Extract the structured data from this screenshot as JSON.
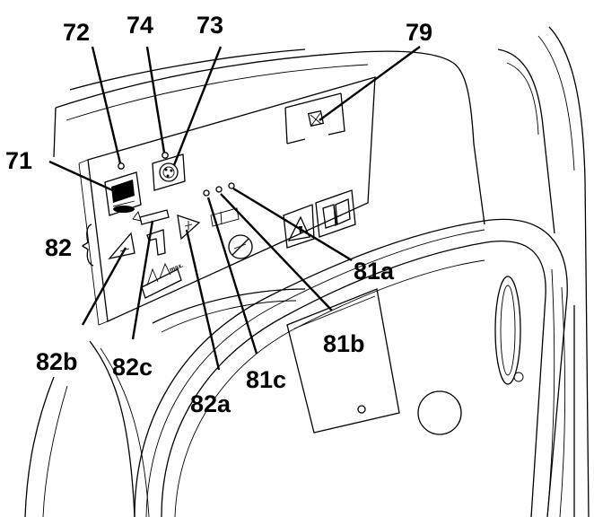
{
  "diagram": {
    "labels": {
      "c71": "71",
      "c72": "72",
      "c74": "74",
      "c73": "73",
      "c79": "79",
      "c82": "82",
      "c82b": "82b",
      "c82c": "82c",
      "c82a": "82a",
      "c81c": "81c",
      "c81b": "81b",
      "c81a": "81a"
    },
    "panel_text": "max."
  },
  "colors": {
    "line": "#000000",
    "background": "#ffffff"
  }
}
